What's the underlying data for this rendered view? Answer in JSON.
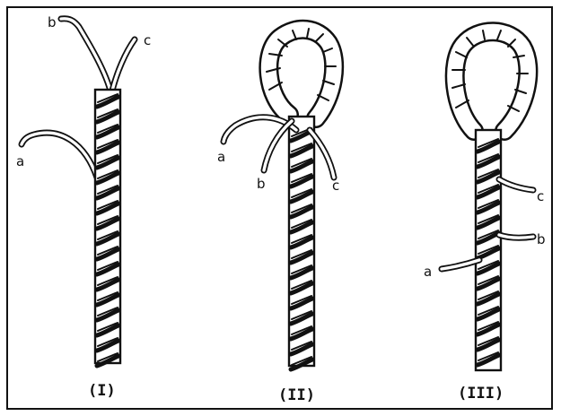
{
  "panels": [
    {
      "caption": "(I)",
      "labels": {
        "a": "a",
        "b": "b",
        "c": "c"
      }
    },
    {
      "caption": "(II)",
      "labels": {
        "a": "a",
        "b": "b",
        "c": "c"
      }
    },
    {
      "caption": "(III)",
      "labels": {
        "a": "a",
        "b": "b",
        "c": "c"
      }
    }
  ],
  "colors": {
    "ink": "#111111",
    "paper": "#ffffff"
  }
}
